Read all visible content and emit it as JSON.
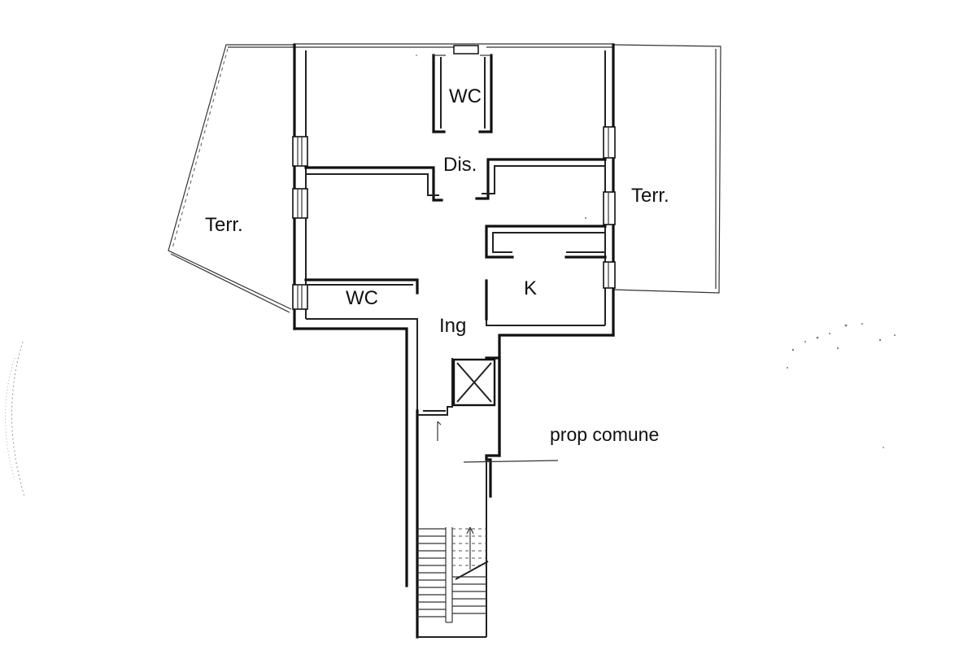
{
  "rooms": {
    "wc_top": "WC",
    "dis": "Dis.",
    "terr_left": "Terr.",
    "terr_right": "Terr.",
    "wc_left": "WC",
    "kitchen": "K",
    "ingresso": "Ing"
  },
  "annotations": {
    "common_property": "prop comune"
  }
}
